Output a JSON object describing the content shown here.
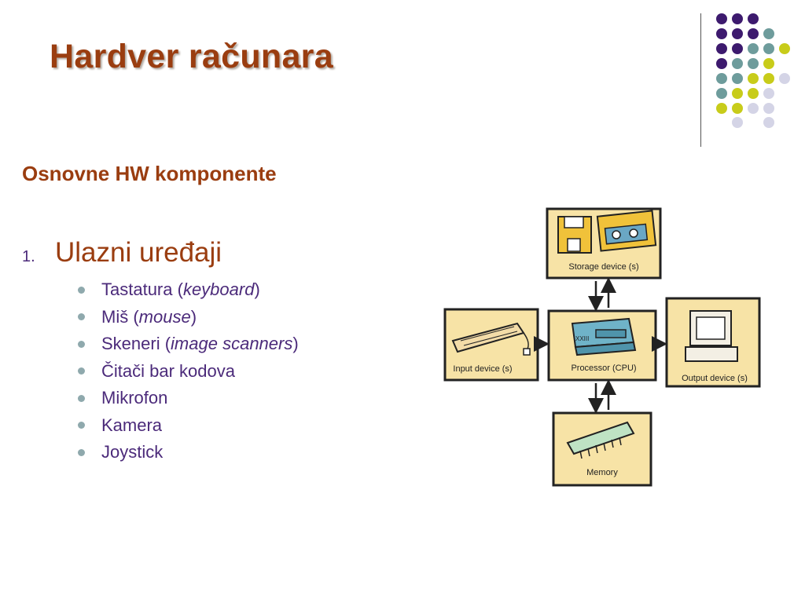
{
  "slide": {
    "title": "Hardver računara",
    "subtitle": "Osnovne HW komponente",
    "section": {
      "number": "1.",
      "heading": "Ulazni uređaji"
    },
    "items": [
      {
        "pre": "Tastatura (",
        "em": "keyboard",
        "post": ")"
      },
      {
        "pre": "Miš (",
        "em": "mouse",
        "post": ")"
      },
      {
        "pre": "Skeneri (",
        "em": "image scanners",
        "post": ")"
      },
      {
        "pre": "Čitači bar kodova",
        "em": "",
        "post": ""
      },
      {
        "pre": "Mikrofon",
        "em": "",
        "post": ""
      },
      {
        "pre": "Kamera",
        "em": "",
        "post": ""
      },
      {
        "pre": "Joystick",
        "em": "",
        "post": ""
      }
    ]
  },
  "diagram": {
    "storage_label": "Storage device (s)",
    "input_label": "Input device (s)",
    "processor_label": "Processor (CPU)",
    "output_label": "Output device (s)",
    "memory_label": "Memory"
  },
  "colors": {
    "title": "#9a3d10",
    "bullet_text": "#4b2a7a",
    "bullet_dot": "#8fa9ad",
    "dot_purple": "#3d1a6e",
    "dot_teal": "#6e9c9c",
    "dot_yellow": "#c8cc1a",
    "dot_lavender": "#d4d4e6",
    "box_fill": "#f7e3a6"
  }
}
